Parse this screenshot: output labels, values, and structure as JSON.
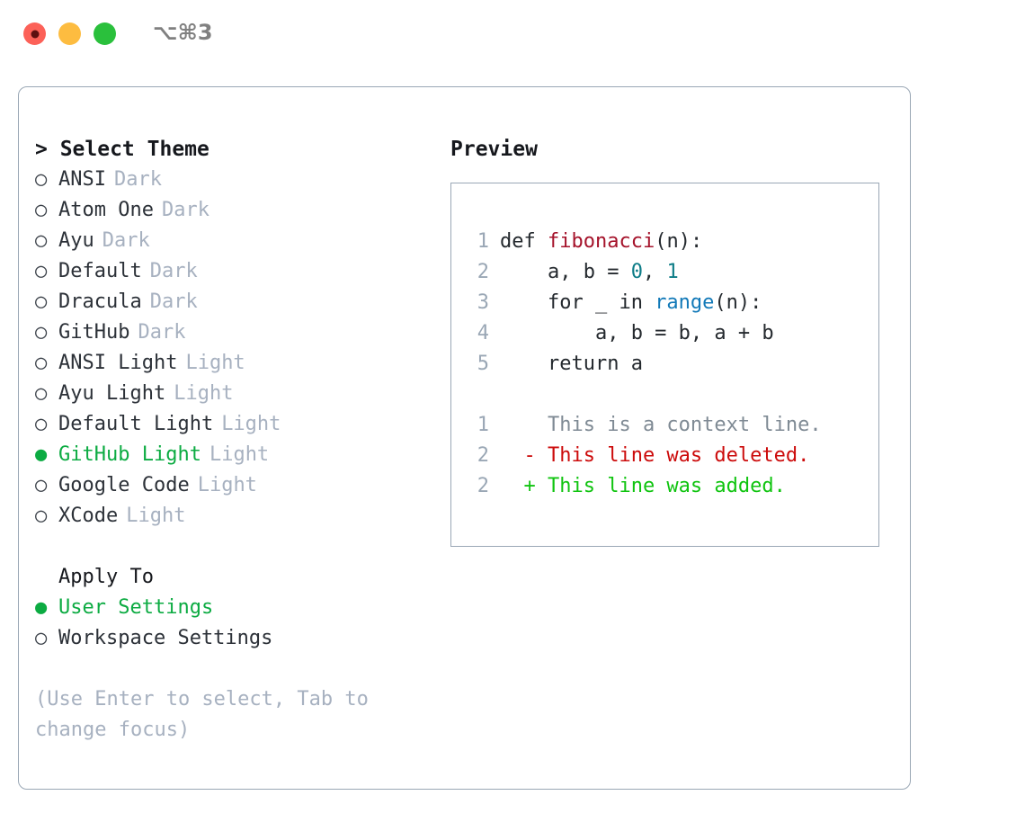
{
  "window": {
    "shortcut_label": "⌥⌘3",
    "traffic_lights": [
      "close-red",
      "minimize-yellow",
      "maximize-green"
    ]
  },
  "colors": {
    "accent_green": "#0cab42",
    "panel_border": "#9aa7b5",
    "muted_text": "#a7b1c0",
    "diff_added": "#10c410",
    "diff_deleted": "#cc0b0b",
    "diff_context": "#7f8a94",
    "token_function": "#a5132b",
    "token_number": "#0d7c87",
    "token_call": "#1279b8"
  },
  "theme_picker": {
    "title": "> Select Theme",
    "bullet_selected": "●",
    "bullet_unselected": "○",
    "items": [
      {
        "name": "ANSI",
        "suffix": "Dark",
        "selected": false
      },
      {
        "name": "Atom One",
        "suffix": "Dark",
        "selected": false
      },
      {
        "name": "Ayu",
        "suffix": "Dark",
        "selected": false
      },
      {
        "name": "Default",
        "suffix": "Dark",
        "selected": false
      },
      {
        "name": "Dracula",
        "suffix": "Dark",
        "selected": false
      },
      {
        "name": "GitHub",
        "suffix": "Dark",
        "selected": false
      },
      {
        "name": "ANSI Light",
        "suffix": "Light",
        "selected": false
      },
      {
        "name": "Ayu Light",
        "suffix": "Light",
        "selected": false
      },
      {
        "name": "Default Light",
        "suffix": "Light",
        "selected": false
      },
      {
        "name": "GitHub Light",
        "suffix": "Light",
        "selected": true
      },
      {
        "name": "Google Code",
        "suffix": "Light",
        "selected": false
      },
      {
        "name": "XCode",
        "suffix": "Light",
        "selected": false
      }
    ]
  },
  "apply_to": {
    "title": "Apply To",
    "items": [
      {
        "name": "User Settings",
        "selected": true
      },
      {
        "name": "Workspace Settings",
        "selected": false
      }
    ]
  },
  "hint": "(Use Enter to select, Tab to change focus)",
  "preview": {
    "title": "Preview",
    "code_lines": [
      {
        "no": "1",
        "segments": [
          {
            "t": "def ",
            "c": "code-text"
          },
          {
            "t": "fibonacci",
            "c": "tok-fn"
          },
          {
            "t": "(n):",
            "c": "code-text"
          }
        ]
      },
      {
        "no": "2",
        "segments": [
          {
            "t": "    a, b = ",
            "c": "code-text"
          },
          {
            "t": "0",
            "c": "tok-num"
          },
          {
            "t": ", ",
            "c": "code-text"
          },
          {
            "t": "1",
            "c": "tok-num"
          }
        ]
      },
      {
        "no": "3",
        "segments": [
          {
            "t": "    for _ in ",
            "c": "code-text"
          },
          {
            "t": "range",
            "c": "tok-call"
          },
          {
            "t": "(n):",
            "c": "code-text"
          }
        ]
      },
      {
        "no": "4",
        "segments": [
          {
            "t": "        a, b = b, a + b",
            "c": "code-text"
          }
        ]
      },
      {
        "no": "5",
        "segments": [
          {
            "t": "    return a",
            "c": "code-text"
          }
        ]
      }
    ],
    "diff_lines": [
      {
        "no": "1",
        "marker": "  ",
        "text": "This is a context line.",
        "kind": "diff-ctx"
      },
      {
        "no": "2",
        "marker": "- ",
        "text": "This line was deleted.",
        "kind": "diff-del"
      },
      {
        "no": "2",
        "marker": "+ ",
        "text": "This line was added.",
        "kind": "diff-add"
      }
    ]
  }
}
